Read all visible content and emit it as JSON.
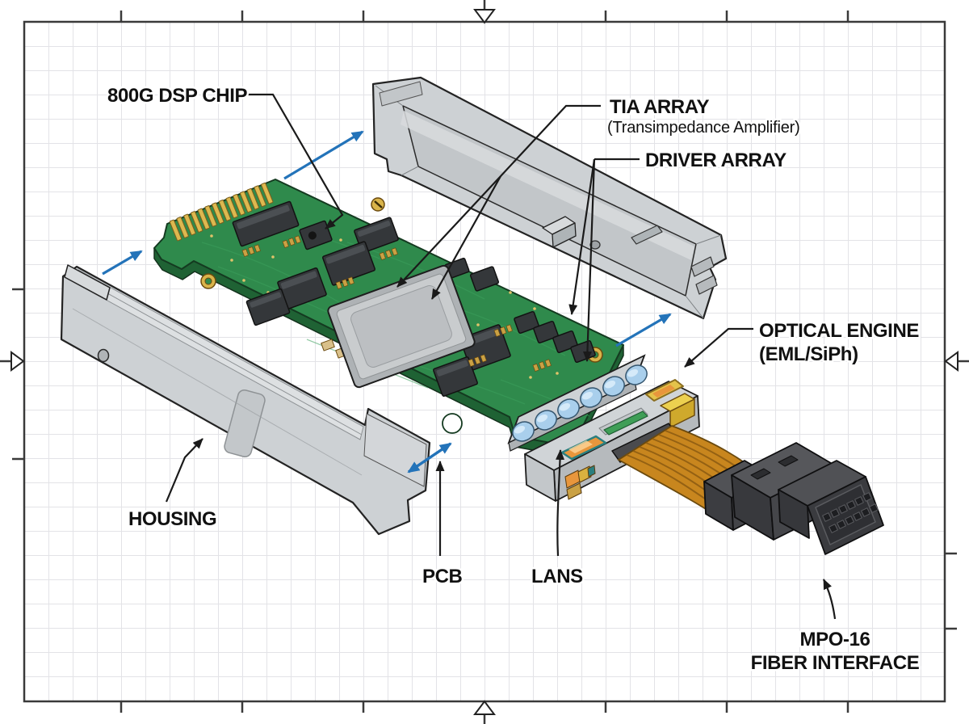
{
  "diagram": {
    "labels": {
      "dsp": "800G DSP CHIP",
      "tia_title": "TIA ARRAY",
      "tia_sub": "(Transimpedance Amplifier)",
      "driver": "DRIVER ARRAY",
      "optical_title": "OPTICAL ENGINE",
      "optical_sub": "(EML/SiPh)",
      "housing": "HOUSING",
      "pcb": "PCB",
      "lens": "LANS",
      "mpo_line1": "MPO-16",
      "mpo_line2": "FIBER INTERFACE"
    },
    "colors": {
      "pcb_top": "#2f8a4c",
      "pcb_side": "#1f6234",
      "housing": "#cdd1d4",
      "housing_shade": "#b6babd",
      "lens_blue": "#a9cfec",
      "flex_orange": "#c8861e",
      "connector_dark": "#45464a",
      "gold": "#d9b44a",
      "assembly_arrow_blue": "#2373b9",
      "frame": "#3a3a3a",
      "grid_line": "#e3e3e7",
      "label_text": "#111111"
    }
  }
}
